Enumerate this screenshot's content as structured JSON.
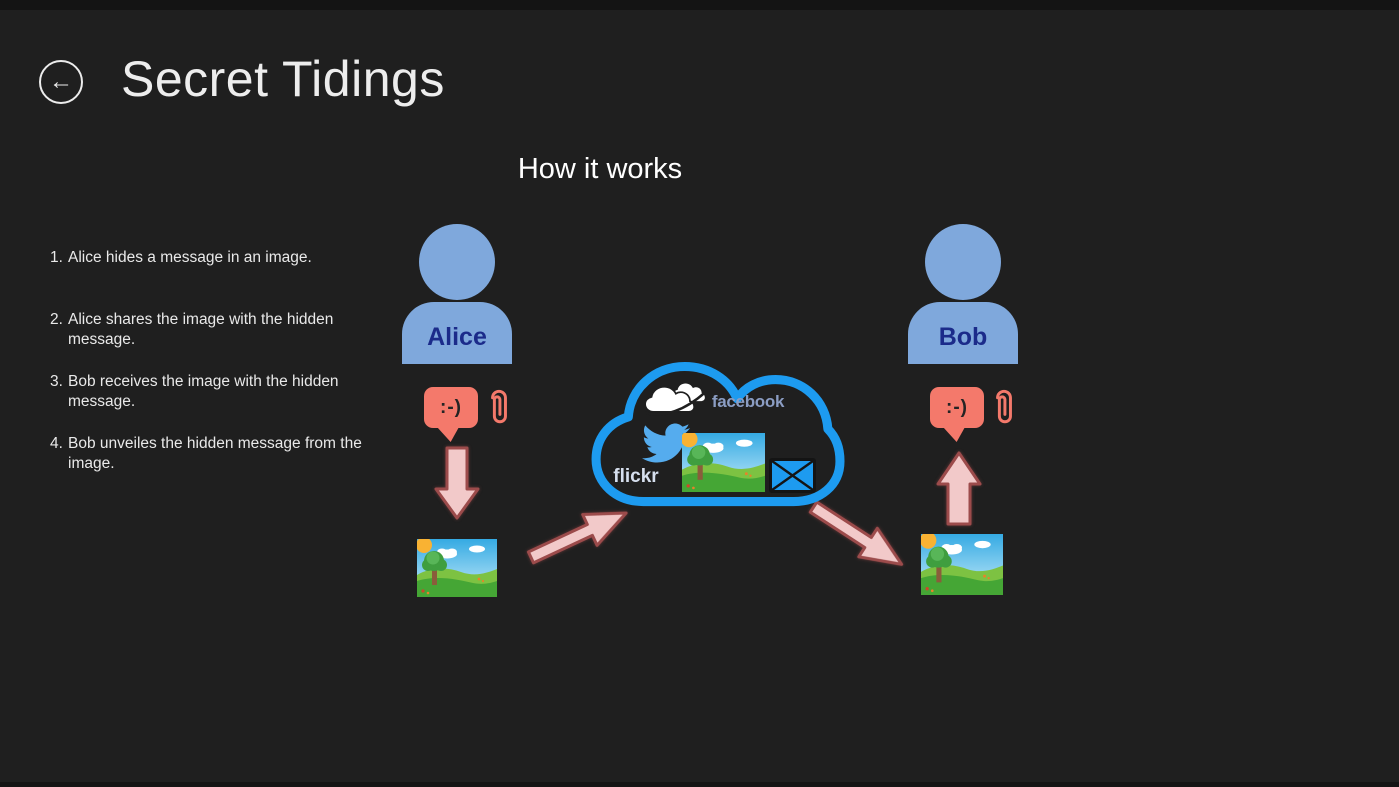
{
  "header": {
    "title": "Secret Tidings",
    "back_icon": "←"
  },
  "heading": "How it works",
  "steps": [
    {
      "number": "1.",
      "text": "Alice hides a message in an image."
    },
    {
      "number": "2.",
      "text": "Alice shares the image with the hidden message."
    },
    {
      "number": "3.",
      "text": "Bob receives the image with the hidden message."
    },
    {
      "number": "4.",
      "text": "Bob unveiles the hidden message from the image."
    }
  ],
  "diagram": {
    "alice": {
      "label": "Alice",
      "bubble_text": ":-)"
    },
    "bob": {
      "label": "Bob",
      "bubble_text": ":-)"
    },
    "cloud": {
      "facebook_label": "facebook",
      "flickr_label": "flickr"
    }
  },
  "icons": {
    "back-icon": "left arrow in circle (←)",
    "person-icon": "blue person silhouette (circle head + rounded shoulders)",
    "smiley-message-icon": "salmon speech bubble with :-) smiley",
    "paperclip-icon": "salmon paperclip outline",
    "arrow-down-icon": "pink block arrow pointing down",
    "arrow-up-icon": "pink block arrow pointing up",
    "arrow-upright-icon": "pink block arrow pointing up-right",
    "arrow-downright-icon": "pink block arrow pointing down-right",
    "landscape-image": "thumbnail of sunny landscape with tree, clouds, hills",
    "cloud-icon": "blue cloud outline (sharing services)",
    "skydrive-icon": "white SkyDrive clouds logo",
    "twitter-icon": "blue Twitter bird",
    "envelope-icon": "blue mail envelope"
  },
  "colors": {
    "background": "#1f1f1f",
    "title_text": "#ededed",
    "body_text": "#e9e9e9",
    "person_fill": "#7fa8dc",
    "person_name": "#1b2b8a",
    "bubble_fill": "#f4796b",
    "arrow_fill": "#f2c9c9",
    "arrow_stroke": "#9c4b4b",
    "cloud_stroke": "#1d9bf0",
    "twitter_blue": "#55acee",
    "facebook_text": "#8b9dc3",
    "flickr_text": "#d6dfee",
    "envelope_fill": "#1d9bf0"
  }
}
